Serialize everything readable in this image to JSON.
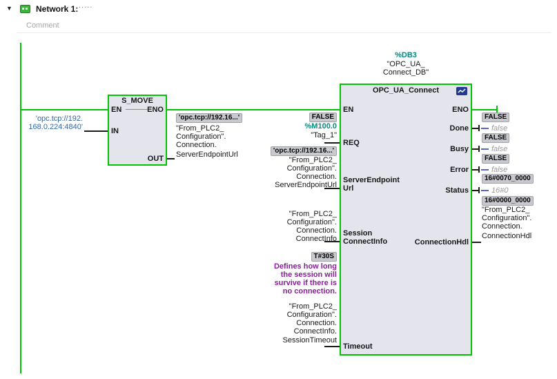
{
  "icons": {
    "collapse": "▼"
  },
  "colors": {
    "online_green": "#00c400",
    "block_fill": "#e4e4ec",
    "operand_teal": "#008a80",
    "constant_blue": "#3465a4",
    "comment_purple": "#8b1d9b",
    "monitor_gray": "#9a9a9a"
  },
  "header": {
    "title": "Network 1:",
    "dots": "....."
  },
  "comment": {
    "label": "Comment"
  },
  "s_move": {
    "title": "S_MOVE",
    "pins": {
      "en": "EN",
      "eno": "ENO",
      "in": "IN",
      "out": "OUT"
    },
    "in_operand": [
      "'opc.tcp://192.",
      "168.0.224:4840'"
    ],
    "out_monitor": "'opc.tcp://192.16...'",
    "out_operand": [
      "\"From_PLC2_",
      "Configuration\".",
      "Connection.",
      "ServerEndpointUrl"
    ]
  },
  "opc": {
    "db_address": "%DB3",
    "db_name": [
      "\"OPC_UA_",
      "Connect_DB\""
    ],
    "title": "OPC_UA_Connect",
    "pins": {
      "en": "EN",
      "eno": "ENO",
      "req": "REQ",
      "server_endpoint": [
        "ServerEndpoint",
        "Url"
      ],
      "session": [
        "Session",
        "ConnectInfo"
      ],
      "timeout": "Timeout",
      "done": "Done",
      "busy": "Busy",
      "error": "Error",
      "status": "Status",
      "connection_hdl": "ConnectionHdl"
    },
    "inputs": {
      "req": {
        "monitor": "FALSE",
        "address": "%M100.0",
        "tag": "\"Tag_1\""
      },
      "server_endpoint_url": {
        "monitor": "'opc.tcp://192.16...'",
        "operand": [
          "\"From_PLC2_",
          "Configuration\".",
          "Connection.",
          "ServerEndpointUrl"
        ]
      },
      "session_connect_info": {
        "operand": [
          "\"From_PLC2_",
          "Configuration\".",
          "Connection.",
          "ConnectInfo"
        ]
      },
      "timeout": {
        "monitor": "T#30S",
        "tag_comment": [
          "Defines how long",
          "the session will",
          "survive if there is",
          "no connection."
        ],
        "operand": [
          "\"From_PLC2_",
          "Configuration\".",
          "Connection.",
          "ConnectInfo.",
          "SessionTimeout"
        ]
      }
    },
    "outputs": {
      "done": {
        "monitor": "FALSE",
        "value": "false"
      },
      "busy": {
        "monitor": "FALSE",
        "value": "false"
      },
      "error": {
        "monitor": "FALSE",
        "value": "false"
      },
      "status": {
        "monitor": "16#0070_0000",
        "value": "16#0"
      },
      "connection_hdl": {
        "monitor": "16#0000_0000",
        "operand": [
          "\"From_PLC2_",
          "Configuration\".",
          "Connection.",
          "ConnectionHdl"
        ]
      }
    }
  }
}
